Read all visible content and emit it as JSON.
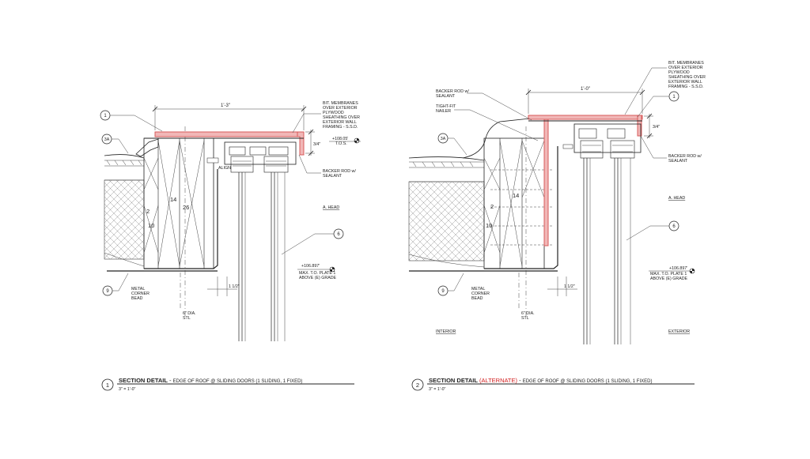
{
  "colors": {
    "membrane": "#f1b7b7",
    "membrane_edge": "#d75b5b",
    "alternate_red": "#d21f1f",
    "ink": "#222222"
  },
  "detail1": {
    "tags": {
      "t1": "1",
      "t3a": "3A",
      "t6": "6",
      "t9": "9"
    },
    "dim_top": "1'-3\"",
    "dim_side": "1 1/2\"",
    "dim_v": "3/4\"",
    "numbers": {
      "n2": "2",
      "n10": "10",
      "n14": "14",
      "n26": "26"
    },
    "membrane_note": [
      "BIT. MEMBRANES",
      "OVER EXTERIOR",
      "PLYWOOD",
      "SHEATHING OVER",
      "EXTERIOR WALL",
      "FRAMING - S.S.D."
    ],
    "elev_tos": [
      "+108.05'",
      "T.O.S."
    ],
    "backer_rod": [
      "BACKER ROD w/",
      "SEALANT"
    ],
    "head_label": "A. HEAD",
    "elev_plate": [
      "+106.897'",
      "MAX. T.O. PLATE 1",
      "ABOVE (E) GRADE"
    ],
    "corner_bead": [
      "METAL",
      "CORNER",
      "BEAD"
    ],
    "steel": [
      "6\" DIA.",
      "STL"
    ],
    "small_label": "ALIGN",
    "title_num": "1",
    "title_main": "SECTION DETAIL",
    "title_sep": " - ",
    "title_rest": "EDGE OF ROOF @ SLIDING DOORS (1 SLIDING, 1 FIXED)",
    "scale": "3\" = 1'-0\""
  },
  "detail2": {
    "tags": {
      "t1": "1",
      "t3a": "3A",
      "t6": "6",
      "t9": "9"
    },
    "dim_top": "1'-0\"",
    "dim_side": "1 1/2\"",
    "dim_v": "3/4\"",
    "numbers": {
      "n2": "2",
      "n10": "10",
      "n14": "14"
    },
    "membrane_note": [
      "BIT. MEMBRANES",
      "OVER EXTERIOR",
      "PLYWOOD",
      "SHEATHING OVER",
      "EXTERIOR WALL",
      "FRAMING - S.S.D."
    ],
    "backer_rod_top": [
      "BACKER ROD w/",
      "SEALANT"
    ],
    "nailer": [
      "TIGHT-FIT",
      "NAILER"
    ],
    "backer_rod_right": [
      "BACKER ROD w/",
      "SEALANT"
    ],
    "head_label": "A. HEAD",
    "elev_plate": [
      "+106.897'",
      "MAX. T.O. PLATE 1",
      "ABOVE (E) GRADE"
    ],
    "corner_bead": [
      "METAL",
      "CORNER",
      "BEAD"
    ],
    "steel": [
      "6\" DIA.",
      "STL"
    ],
    "interior": "INTERIOR",
    "exterior": "EXTERIOR",
    "title_num": "2",
    "title_main": "SECTION DETAIL",
    "title_alt": "(ALTERNATE)",
    "title_sep": " - ",
    "title_rest": "EDGE OF ROOF @ SLIDING DOORS (1 SLIDING, 1 FIXED)",
    "scale": "3\" = 1'-0\""
  }
}
